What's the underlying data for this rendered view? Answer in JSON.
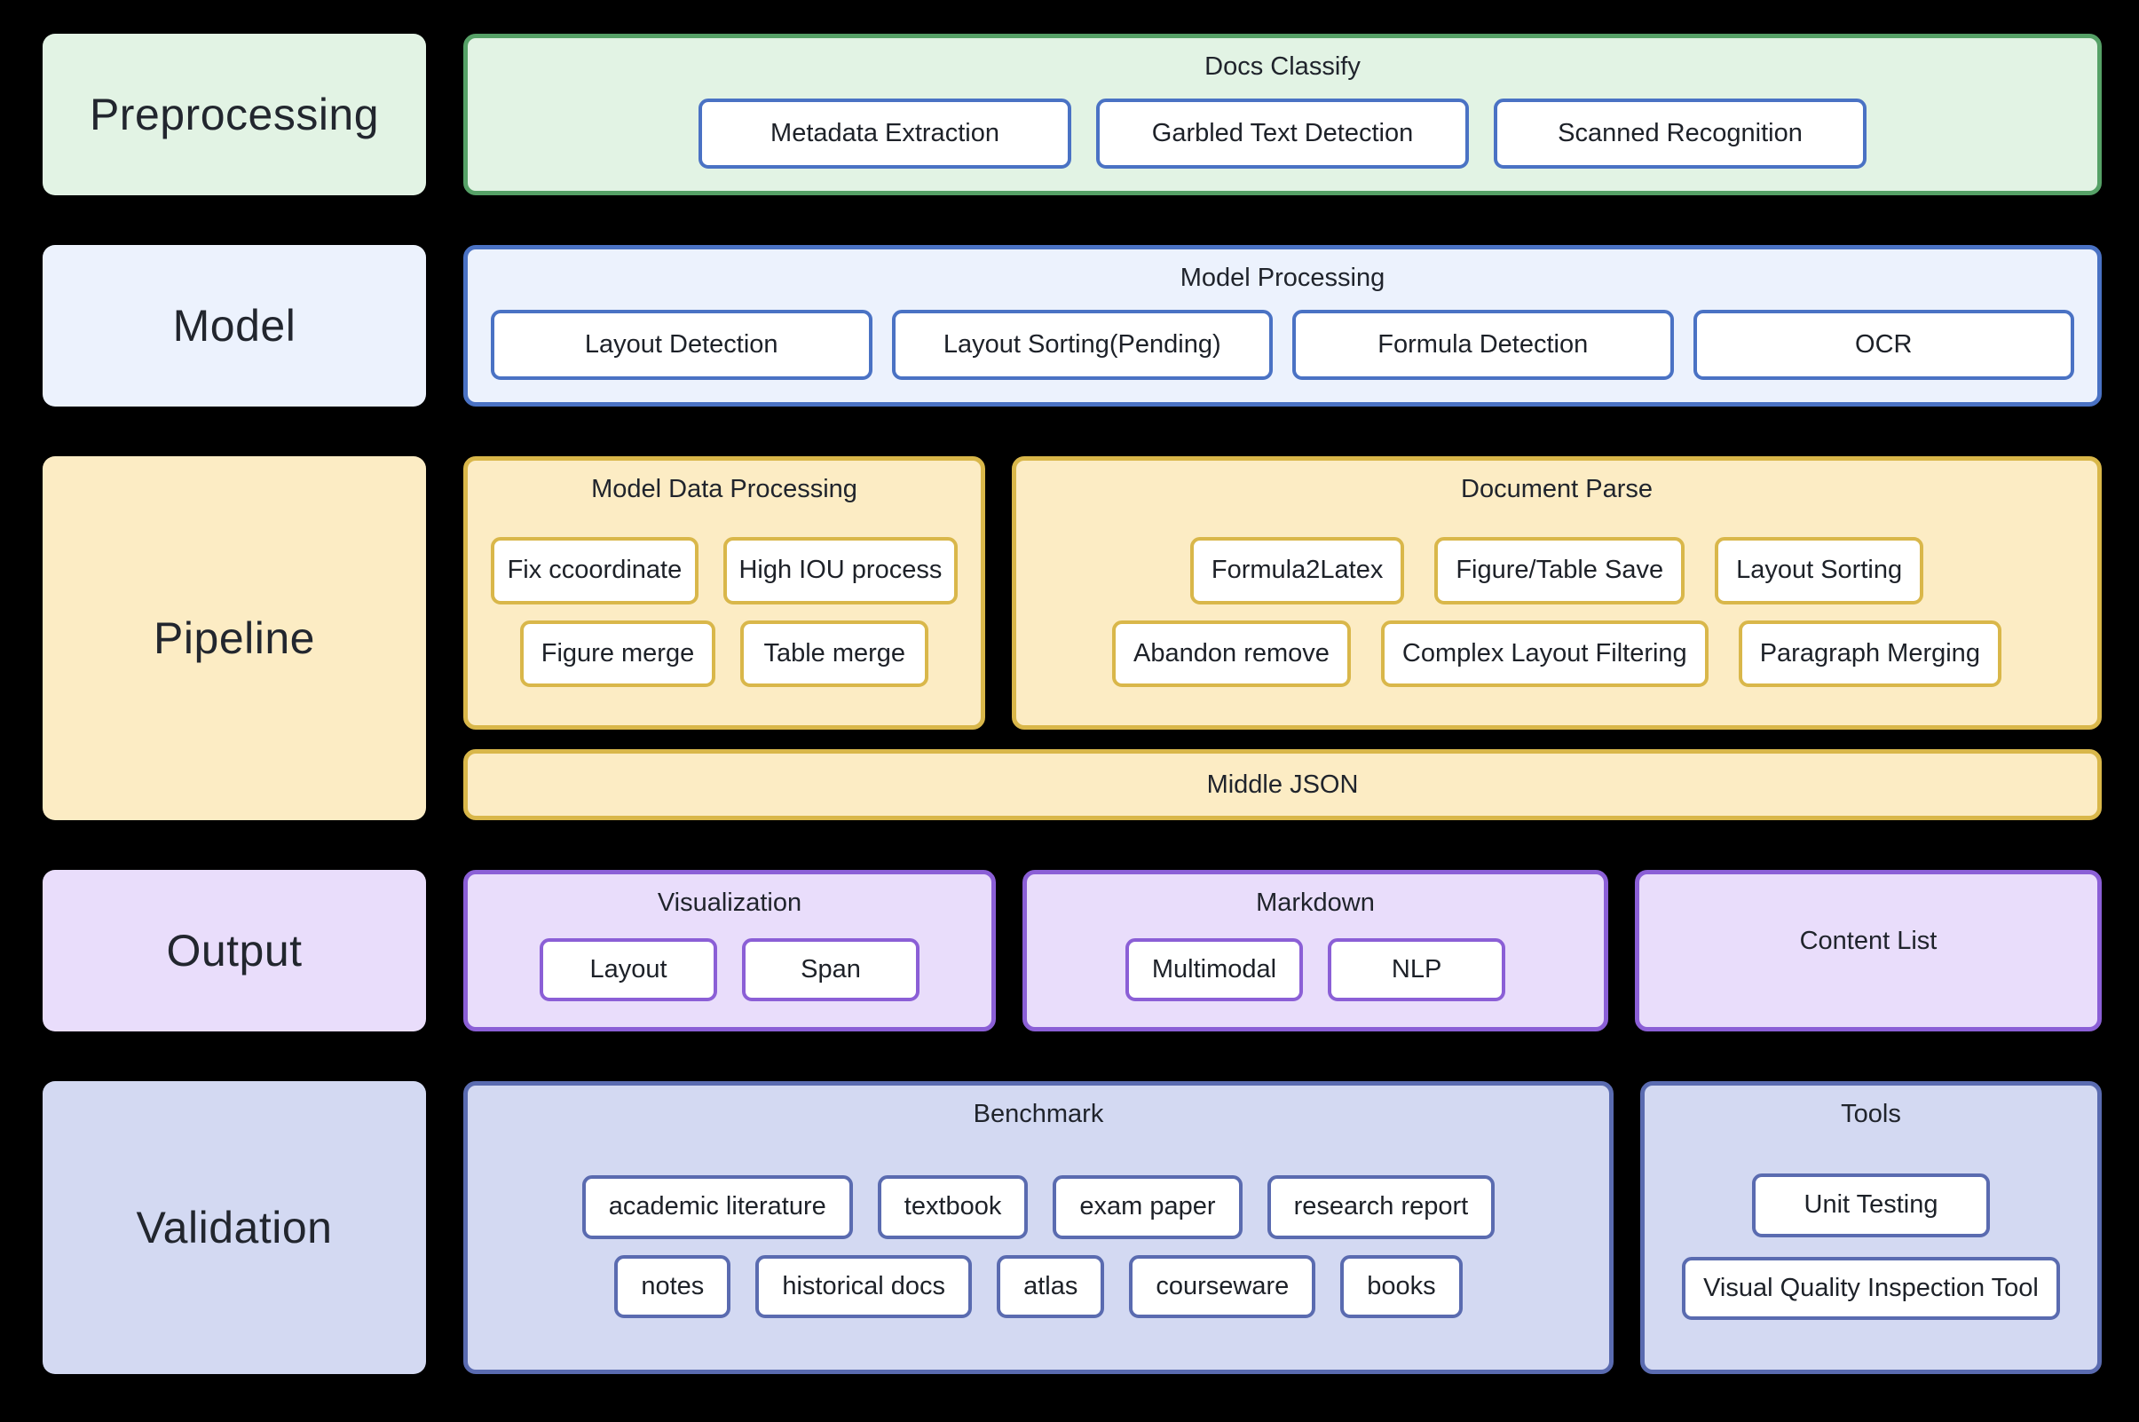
{
  "rows": [
    {
      "label": "Preprocessing",
      "groups": [
        {
          "title": "Docs Classify",
          "chip_rows": [
            [
              "Metadata Extraction",
              "Garbled Text Detection",
              "Scanned Recognition"
            ]
          ]
        }
      ]
    },
    {
      "label": "Model",
      "groups": [
        {
          "title": "Model Processing",
          "chip_rows": [
            [
              "Layout Detection",
              "Layout Sorting(Pending)",
              "Formula Detection",
              "OCR"
            ]
          ]
        }
      ]
    },
    {
      "label": "Pipeline",
      "groups": [
        {
          "title": "Model Data Processing",
          "chip_rows": [
            [
              "Fix ccoordinate",
              "High IOU process"
            ],
            [
              "Figure merge",
              "Table merge"
            ]
          ]
        },
        {
          "title": "Document Parse",
          "chip_rows": [
            [
              "Formula2Latex",
              "Figure/Table Save",
              "Layout Sorting"
            ],
            [
              "Abandon remove",
              "Complex Layout Filtering",
              "Paragraph Merging"
            ]
          ]
        }
      ],
      "footer_bar": "Middle JSON"
    },
    {
      "label": "Output",
      "groups": [
        {
          "title": "Visualization",
          "chip_rows": [
            [
              "Layout",
              "Span"
            ]
          ]
        },
        {
          "title": "Markdown",
          "chip_rows": [
            [
              "Multimodal",
              "NLP"
            ]
          ]
        },
        {
          "title": "Content List",
          "chip_rows": []
        }
      ]
    },
    {
      "label": "Validation",
      "groups": [
        {
          "title": "Benchmark",
          "chip_rows": [
            [
              "academic literature",
              "textbook",
              "exam paper",
              "research report"
            ],
            [
              "notes",
              "historical docs",
              "atlas",
              "courseware",
              "books"
            ]
          ]
        },
        {
          "title": "Tools",
          "chip_rows": [
            [
              "Unit Testing"
            ],
            [
              "Visual Quality Inspection Tool"
            ]
          ]
        }
      ]
    }
  ],
  "colors": {
    "background": "#000000",
    "preprocessing_fill": "#e2f3e4",
    "preprocessing_border": "#56a167",
    "model_fill": "#ecf2fd",
    "model_border": "#4a72c4",
    "pipeline_fill": "#fcecc4",
    "pipeline_border": "#d9b74a",
    "output_fill": "#e9ddfb",
    "output_border": "#8b5fd6",
    "validation_fill": "#d3d9f2",
    "validation_border": "#5a6bb0",
    "chip_fill": "#ffffff",
    "text": "#1f2430"
  }
}
